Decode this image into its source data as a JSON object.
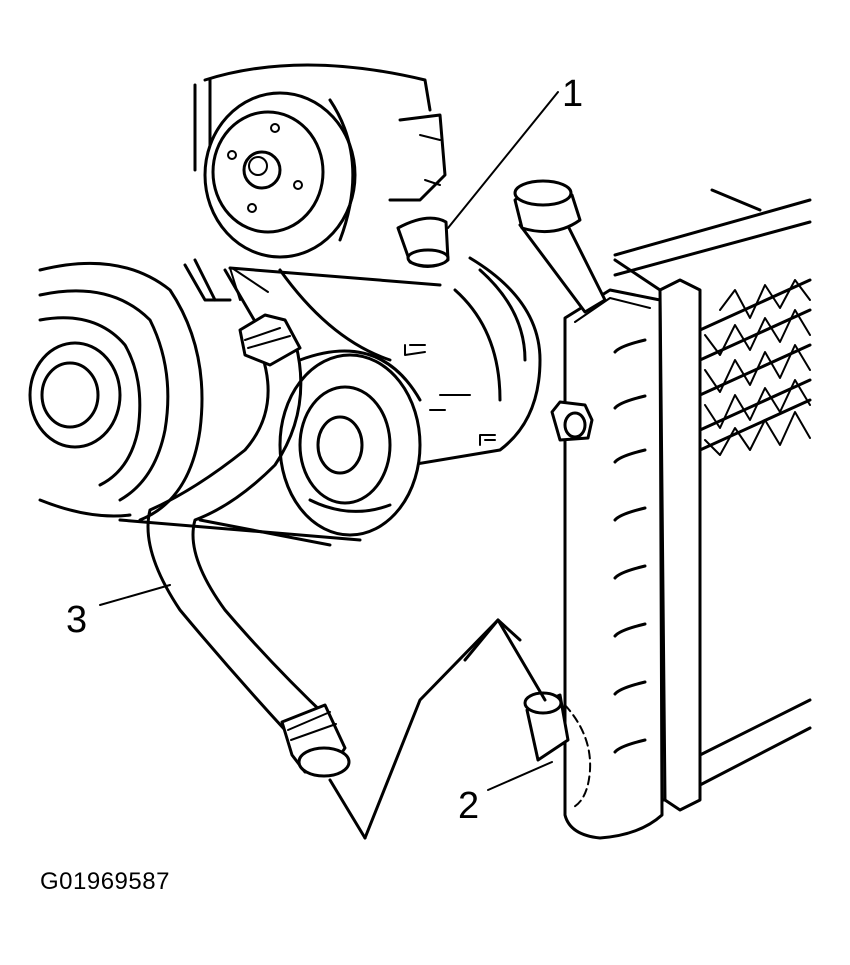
{
  "figure": {
    "id": "G01969587",
    "callouts": [
      {
        "number": "1"
      },
      {
        "number": "2"
      },
      {
        "number": "3"
      }
    ]
  }
}
